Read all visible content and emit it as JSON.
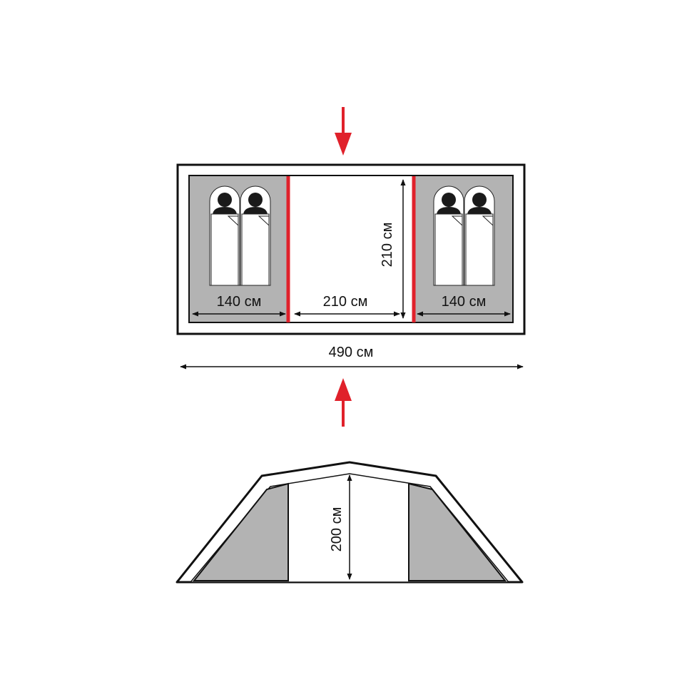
{
  "plan": {
    "total_width_label": "490 см",
    "left_room_width_label": "140 см",
    "center_vestibule_width_label": "210 см",
    "right_room_width_label": "140 см",
    "depth_label": "210 см"
  },
  "side_view": {
    "height_label": "200 см"
  },
  "colors": {
    "outline": "#111111",
    "room_fill": "#b3b3b3",
    "pole_red": "#e0212b",
    "arrow_red": "#e0212b",
    "sleeping_bag_fill": "#ffffff",
    "person_fill": "#1a1a1a"
  }
}
